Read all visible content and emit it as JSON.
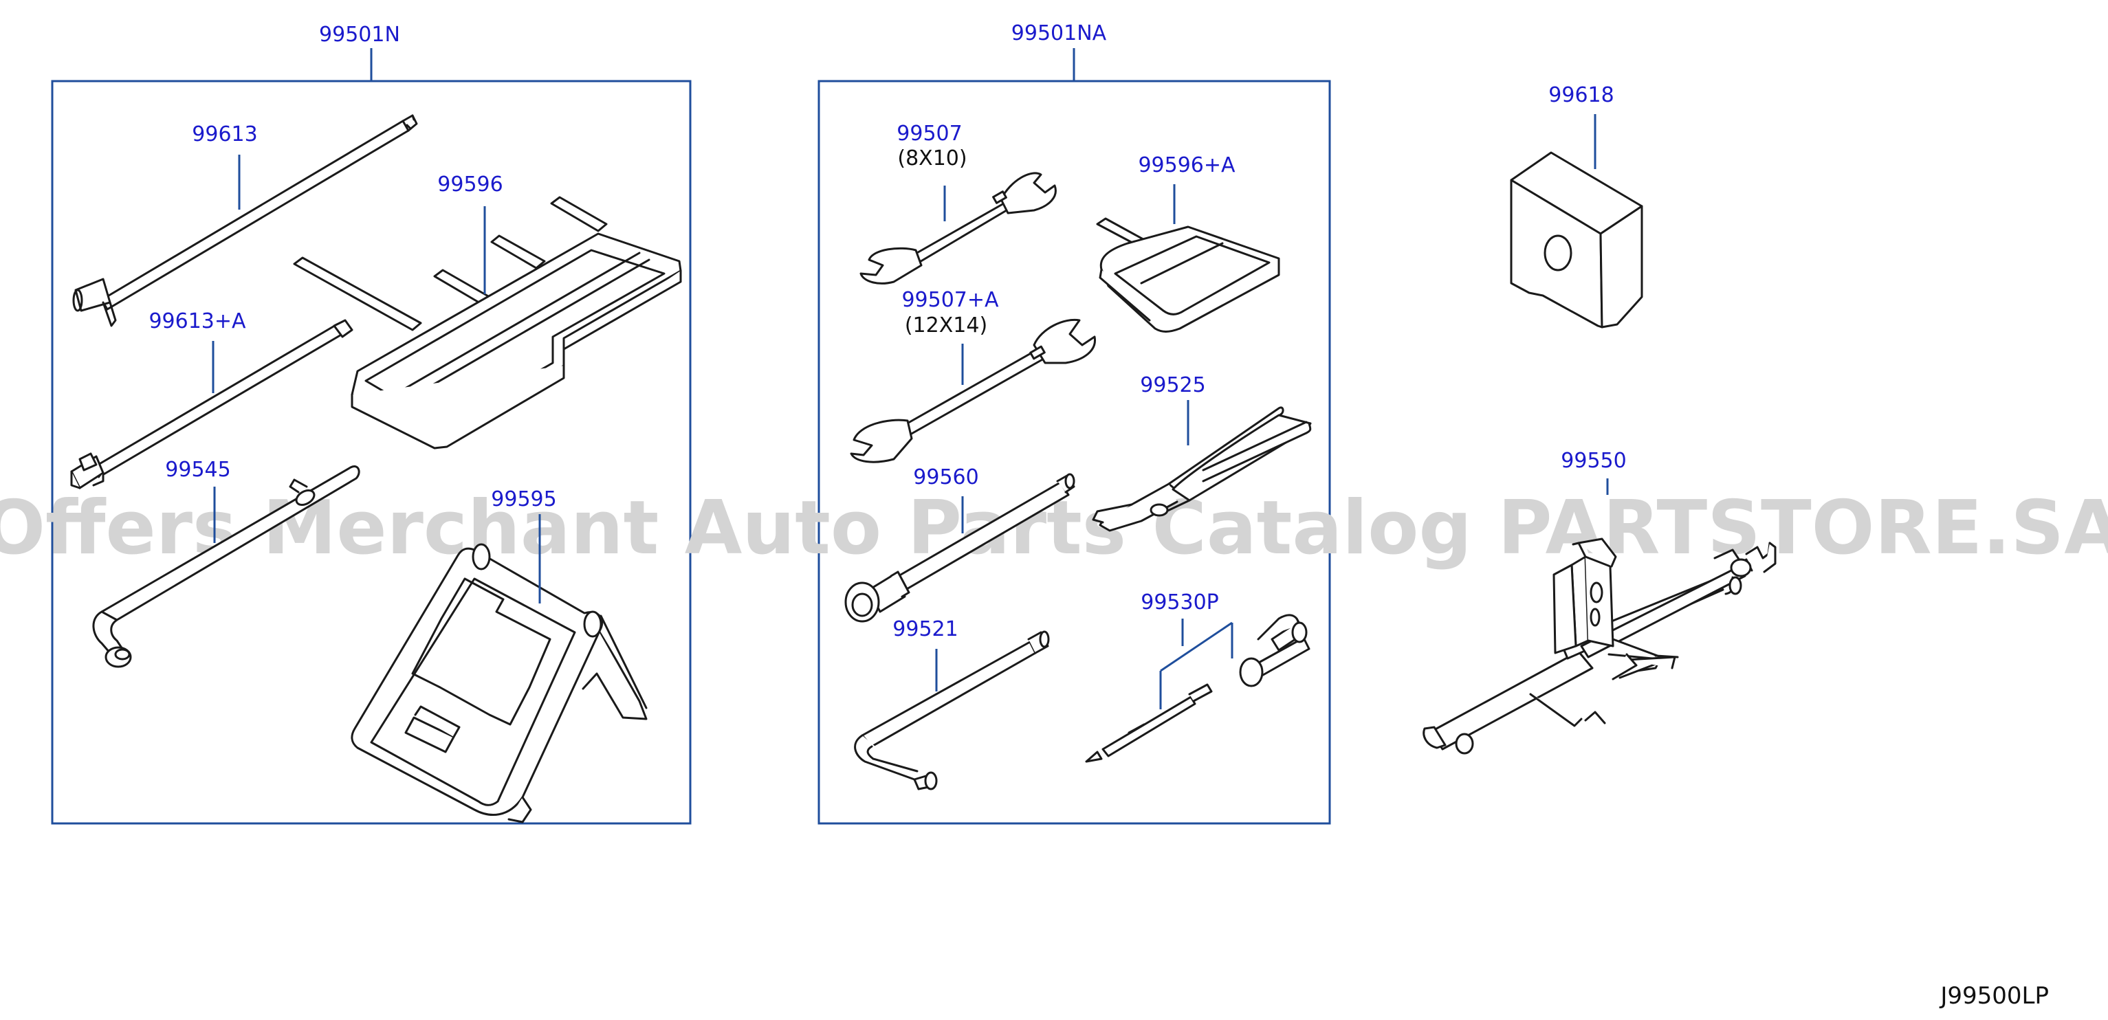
{
  "colors": {
    "label": "#1a1acc",
    "leader": "#1f4e9c",
    "frame": "#1f4e9c",
    "part_stroke": "#1a1a1a",
    "spec": "#111111",
    "ref": "#111111",
    "watermark": "#d4d4d4"
  },
  "groups": [
    {
      "id": "99501N",
      "label": "99501N"
    },
    {
      "id": "99501NA",
      "label": "99501NA"
    }
  ],
  "parts": [
    {
      "id": "99613",
      "label": "99613",
      "name": "wheel nut wrench bar"
    },
    {
      "id": "99596",
      "label": "99596",
      "name": "tool bag"
    },
    {
      "id": "99613+A",
      "label": "99613+A",
      "name": "jack handle rod"
    },
    {
      "id": "99545",
      "label": "99545",
      "name": "wheel nut wrench"
    },
    {
      "id": "99595",
      "label": "99595",
      "name": "wheel chock"
    },
    {
      "id": "99507",
      "label": "99507",
      "spec": "(8X10)",
      "name": "open end wrench 8x10"
    },
    {
      "id": "99596+A",
      "label": "99596+A",
      "name": "tool bag small"
    },
    {
      "id": "99507+A",
      "label": "99507+A",
      "spec": "(12X14)",
      "name": "open end wrench 12x14"
    },
    {
      "id": "99525",
      "label": "99525",
      "name": "pliers"
    },
    {
      "id": "99560",
      "label": "99560",
      "name": "extension bar"
    },
    {
      "id": "99530P",
      "label": "99530P",
      "name": "screwdriver set"
    },
    {
      "id": "99521",
      "label": "99521",
      "name": "hex wrench"
    },
    {
      "id": "99618",
      "label": "99618",
      "name": "jack block"
    },
    {
      "id": "99550",
      "label": "99550",
      "name": "scissor jack"
    }
  ],
  "reference": "J99500LP",
  "watermark": "Offers Merchant Auto Parts Catalog PARTSTORE.SA"
}
